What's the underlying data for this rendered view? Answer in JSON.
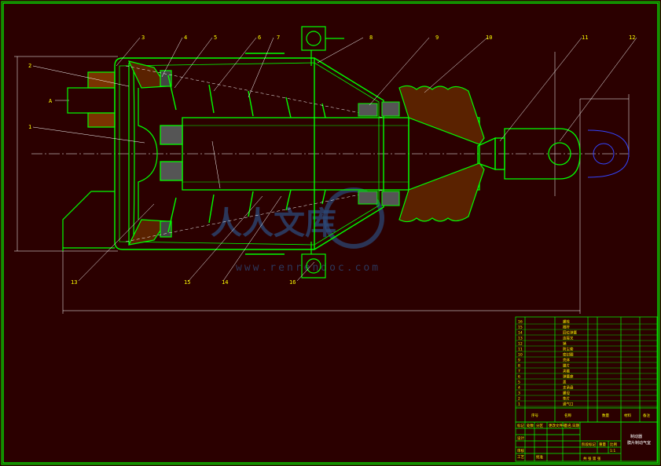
{
  "part_numbers": [
    "1",
    "2",
    "3",
    "4",
    "5",
    "6",
    "7",
    "8",
    "9",
    "10",
    "11",
    "12",
    "13",
    "14",
    "15",
    "16"
  ],
  "view_letter": "A",
  "watermark": {
    "cn": "人人文库",
    "url": "www.renrendoc.com"
  },
  "bom": {
    "rows": [
      {
        "no": "16",
        "name": "螺栓"
      },
      {
        "no": "15",
        "name": "推杆"
      },
      {
        "no": "14",
        "name": "回位弹簧"
      },
      {
        "no": "13",
        "name": "连接叉"
      },
      {
        "no": "12",
        "name": "销"
      },
      {
        "no": "11",
        "name": "防尘套"
      },
      {
        "no": "10",
        "name": "密封圈"
      },
      {
        "no": "9",
        "name": "壳体"
      },
      {
        "no": "8",
        "name": "膜片"
      },
      {
        "no": "7",
        "name": "夹箍"
      },
      {
        "no": "6",
        "name": "弹簧座"
      },
      {
        "no": "5",
        "name": "盖"
      },
      {
        "no": "4",
        "name": "支承盘"
      },
      {
        "no": "3",
        "name": "螺母"
      },
      {
        "no": "2",
        "name": "垫片"
      },
      {
        "no": "1",
        "name": "通气口"
      }
    ],
    "header": {
      "no": "序号",
      "name": "名称",
      "qty": "数量",
      "material": "材料",
      "note": "备注"
    }
  },
  "title_block": {
    "name_line1": "制动器",
    "name_line2": "膜片制动气室",
    "scale": "1:1",
    "labels": [
      "标记",
      "处数",
      "分区",
      "更改文件号",
      "签名",
      "日期",
      "设计",
      "审核",
      "工艺",
      "批准",
      "阶段标记",
      "重量",
      "比例",
      "共 张 第 张"
    ]
  }
}
